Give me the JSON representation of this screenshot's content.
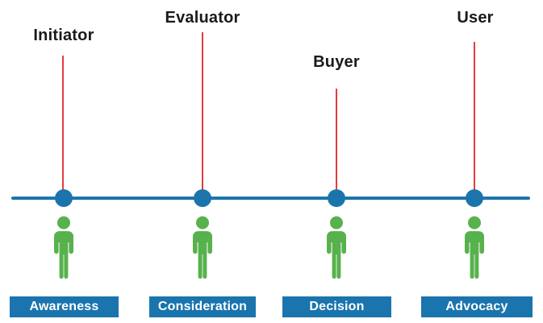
{
  "diagram": {
    "type": "customer-journey-buying-roles",
    "columns": [
      {
        "role": "Initiator",
        "stage": "Awareness"
      },
      {
        "role": "Evaluator",
        "stage": "Consideration"
      },
      {
        "role": "Buyer",
        "stage": "Decision"
      },
      {
        "role": "User",
        "stage": "Advocacy"
      }
    ],
    "icons": {
      "marker": "timeline-dot",
      "figure": "standing-person-silhouette"
    },
    "colors": {
      "timeline_blue": "#1b75ac",
      "stage_box_blue": "#1a74ad",
      "connector_red": "#e23d3c",
      "person_green": "#57b24d",
      "role_text": "#1a1a1a",
      "stage_text": "#ffffff"
    }
  }
}
